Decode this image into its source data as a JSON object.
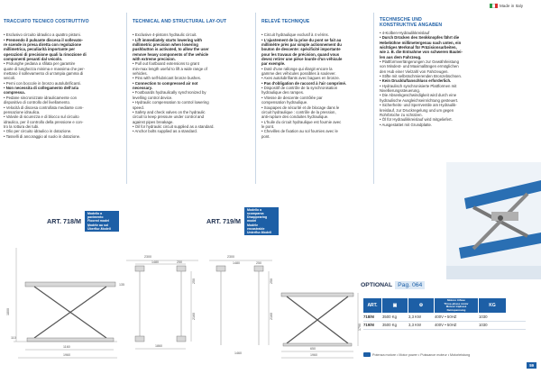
{
  "made_in_italy": "Made in Italy",
  "columns": {
    "it": {
      "title": "TRACCIATO TECNICO COSTRUTTIVO",
      "lines": [
        {
          "t": "• Esclusivo circuito idraulico a quattro pistoni.",
          "b": false
        },
        {
          "t": "• Premendo il pulsante discesa il sollevato-",
          "b": true
        },
        {
          "t": "re scende in presa diretta con regolazione",
          "b": true
        },
        {
          "t": "millimetrica, peculiarità importante per",
          "b": true
        },
        {
          "t": "operazioni di precisione quali la rimozione di",
          "b": true
        },
        {
          "t": "componenti pesanti dal veicolo.",
          "b": true
        },
        {
          "t": "• Prolunghe pedana a sfilata per garantire",
          "b": false
        },
        {
          "t": "quote di lunghezza minima e massima che per-",
          "b": false
        },
        {
          "t": "mettano il sollevamento di un'ampia gamma di",
          "b": false
        },
        {
          "t": "veicoli.",
          "b": false
        },
        {
          "t": "• Perni con boccole in bronzo autolubrificanti.",
          "b": false
        },
        {
          "t": "• Non necessita di collegamento dell'aria",
          "b": true
        },
        {
          "t": "compressa.",
          "b": true
        },
        {
          "t": "• Pedane sincronizzate idraulicamente con",
          "b": false
        },
        {
          "t": "dispositivo di controllo del livellamento.",
          "b": false
        },
        {
          "t": "• Velocità di discesa controllata mediante com-",
          "b": false
        },
        {
          "t": "pensazione idraulica.",
          "b": false
        },
        {
          "t": "• Valvole di sicurezza e di blocco sul circuito",
          "b": false
        },
        {
          "t": "idraulico, per il controllo della pressione e con-",
          "b": false
        },
        {
          "t": "tro la rottura dei tubi.",
          "b": false
        },
        {
          "t": "• Olio per circuito idraulico in dotazione.",
          "b": false
        },
        {
          "t": "• Tasselli di ancoraggio al suolo in dotazione.",
          "b": false
        }
      ]
    },
    "en": {
      "title": "TECHNICAL AND STRUCTURAL LAY-OUT",
      "lines": [
        {
          "t": "• Exclusive 4-pistons hydraulic circuit.",
          "b": false
        },
        {
          "t": "• Lift immediately starts lowering with",
          "b": true
        },
        {
          "t": "millimetric precision when lowering",
          "b": true
        },
        {
          "t": "pushbutton is activated, to allow the user",
          "b": true
        },
        {
          "t": "remove heavy components of the vehicle",
          "b": true
        },
        {
          "t": "with extreme precision.",
          "b": true
        },
        {
          "t": "• Pull out footboard extensions to grant",
          "b": false
        },
        {
          "t": "min-max length useful to lift a wide range of",
          "b": false
        },
        {
          "t": "vehicles.",
          "b": false
        },
        {
          "t": "• Pins with self-lubricant bronze bushes.",
          "b": false
        },
        {
          "t": "• Connection to compressed air not",
          "b": true
        },
        {
          "t": "necessary.",
          "b": true
        },
        {
          "t": "• Footboards hydraulically synchronized by",
          "b": false
        },
        {
          "t": "levelling control device.",
          "b": false
        },
        {
          "t": "• Hydraulic compensation to control lowering",
          "b": false
        },
        {
          "t": "speed.",
          "b": false
        },
        {
          "t": "• Safety and check valves on the hydraulic",
          "b": false
        },
        {
          "t": "circuit to keep pressure under control and",
          "b": false
        },
        {
          "t": "against pipes breakage.",
          "b": false
        },
        {
          "t": "• Oil for hydraulic circuit supplied as a standard.",
          "b": false
        },
        {
          "t": "• Anchor bolts supplied as a standard.",
          "b": false
        }
      ]
    },
    "fr": {
      "title": "RELEVÉ TECHNIQUE",
      "lines": [
        {
          "t": "• Circuit hydraulique exclusif à 4 vérins.",
          "b": false
        },
        {
          "t": "• L'ajustement de la prise du pont se fait au",
          "b": true
        },
        {
          "t": "millimètre près par simple actionnement du",
          "b": true
        },
        {
          "t": "bouton de descente: spécificité importante",
          "b": true
        },
        {
          "t": "pour les travaux de précision, quand vous",
          "b": true
        },
        {
          "t": "devez retirer une pièce lourde d'un véhicule",
          "b": true
        },
        {
          "t": "par exemple.",
          "b": true
        },
        {
          "t": "• Doté d'une rallonge qui élargit encore la",
          "b": false
        },
        {
          "t": "gamme des véhicules possibles à soulever.",
          "b": false
        },
        {
          "t": "• Axes autolubrifiants avec bagues en bronze.",
          "b": false
        },
        {
          "t": "• Pas d'obligation de raccord à l'air comprimé.",
          "b": true
        },
        {
          "t": "• Dispositif de contrôle de la synchronisation",
          "b": false
        },
        {
          "t": "hydraulique des rampes.",
          "b": false
        },
        {
          "t": "• Vitesse de descente contrôlée par",
          "b": false
        },
        {
          "t": "compensation hydraulique.",
          "b": false
        },
        {
          "t": "• Soupapes de sécurité et de blocage dans le",
          "b": false
        },
        {
          "t": "circuit hydraulique : contrôle de la pression,",
          "b": false
        },
        {
          "t": "anti-rupture des conduites hydraulique.",
          "b": false
        },
        {
          "t": "• L'huile du circuit hydraulique est fournie avec",
          "b": false
        },
        {
          "t": "le pont.",
          "b": false
        },
        {
          "t": "• Chevilles de fixation au sol fournies avec le",
          "b": false
        },
        {
          "t": "pont.",
          "b": false
        }
      ]
    },
    "de": {
      "title": "TECHNISCHE UND\nKONSTRUKTIVE ANGABEN",
      "lines": [
        {
          "t": "• 4-Kolben-Hydraulikkreislauf",
          "b": false
        },
        {
          "t": "• Durch Drücken des Senkknopfes fährt die",
          "b": true
        },
        {
          "t": "Hebebühne millimetergenau nach unten, ein",
          "b": true
        },
        {
          "t": "wichtiges Merkmal für Präzisionsarbeiten,",
          "b": true
        },
        {
          "t": "wie z. B. die Entnahme von schweren Bautei-",
          "b": true
        },
        {
          "t": "len aus dem Fahrzeug.",
          "b": true
        },
        {
          "t": "• Plattformverlängerungen zur Gewährleistung",
          "b": false
        },
        {
          "t": "von Mindest- und Maximallängen ermöglichen",
          "b": false
        },
        {
          "t": "den Hub einer Vielzahl von Fahrzeugen.",
          "b": false
        },
        {
          "t": "• Stifte mit selbstschmierenden Bronzebüchsen.",
          "b": false
        },
        {
          "t": "• Kein Druckluftanschluss erforderlich.",
          "b": true
        },
        {
          "t": "• Hydraulisch synchronisierte Plattformen mit",
          "b": false
        },
        {
          "t": "Nivellierungssteuerung.",
          "b": false
        },
        {
          "t": "• Die Absenkgeschwindigkeit wird durch eine",
          "b": false
        },
        {
          "t": "hydraulische Ausgleichseinrichtung gesteuert.",
          "b": false
        },
        {
          "t": "• Sicherheits- und Sperrventile am Hydraulik-",
          "b": false
        },
        {
          "t": "kreislauf, zur Druckregelung und um gegen",
          "b": false
        },
        {
          "t": "Rohrbrüche zu schützen.",
          "b": false
        },
        {
          "t": "• Öl für Hydraulikkreislauf wird mitgeliefert.",
          "b": false
        },
        {
          "t": "• Ausgestattet mit Grundplatte.",
          "b": false
        }
      ]
    }
  },
  "models": [
    {
      "art": "ART. 718/M",
      "box": [
        "Modello a pavimento",
        "Floored model",
        "Modèle au sol",
        "Überflur-Modell"
      ]
    },
    {
      "art": "ART. 719/M",
      "box": [
        "Modello a scomparsa",
        "Disappearing model",
        "Modèle encastrable",
        "Unterflur-Modell"
      ]
    }
  ],
  "dims_718": {
    "top1": "2300",
    "top2": "1480",
    "top3": "250",
    "l1": "135",
    "l2": "1860",
    "h1": "1800",
    "h2": "110",
    "r1": "250",
    "r2": "2160",
    "b1": "1160",
    "b2": "1960"
  },
  "dims_719": {
    "top1": "2300",
    "top2": "1480",
    "top3": "250",
    "r1": "250",
    "r2": "2160",
    "h2": "1790",
    "b1": "650",
    "b2": "1960",
    "b3": "1460"
  },
  "optional": {
    "label": "OPTIONAL",
    "page": "Pag. 064"
  },
  "spec": {
    "art_header": "ART.",
    "kg_header": "KG",
    "motor_header": [
      "Motore trifase",
      "Three-phase motor",
      "Moteur triphasé",
      "Netzspannung"
    ],
    "rows": [
      {
        "art": "718/M",
        "load": "3500 Kg",
        "power": "3,3 KW",
        "volt": "400V • 50HZ",
        "weight": "1030"
      },
      {
        "art": "719/M",
        "load": "3500 Kg",
        "power": "3,3 KW",
        "volt": "400V • 50HZ",
        "weight": "1030"
      }
    ],
    "footnote": "Potenza motore • Motor power • Puissance moteur • Motorleistung"
  },
  "page_number": "59",
  "colors": {
    "blue": "#1d5fa6",
    "dark": "#1d2f4f",
    "light": "#dbe8f5"
  }
}
